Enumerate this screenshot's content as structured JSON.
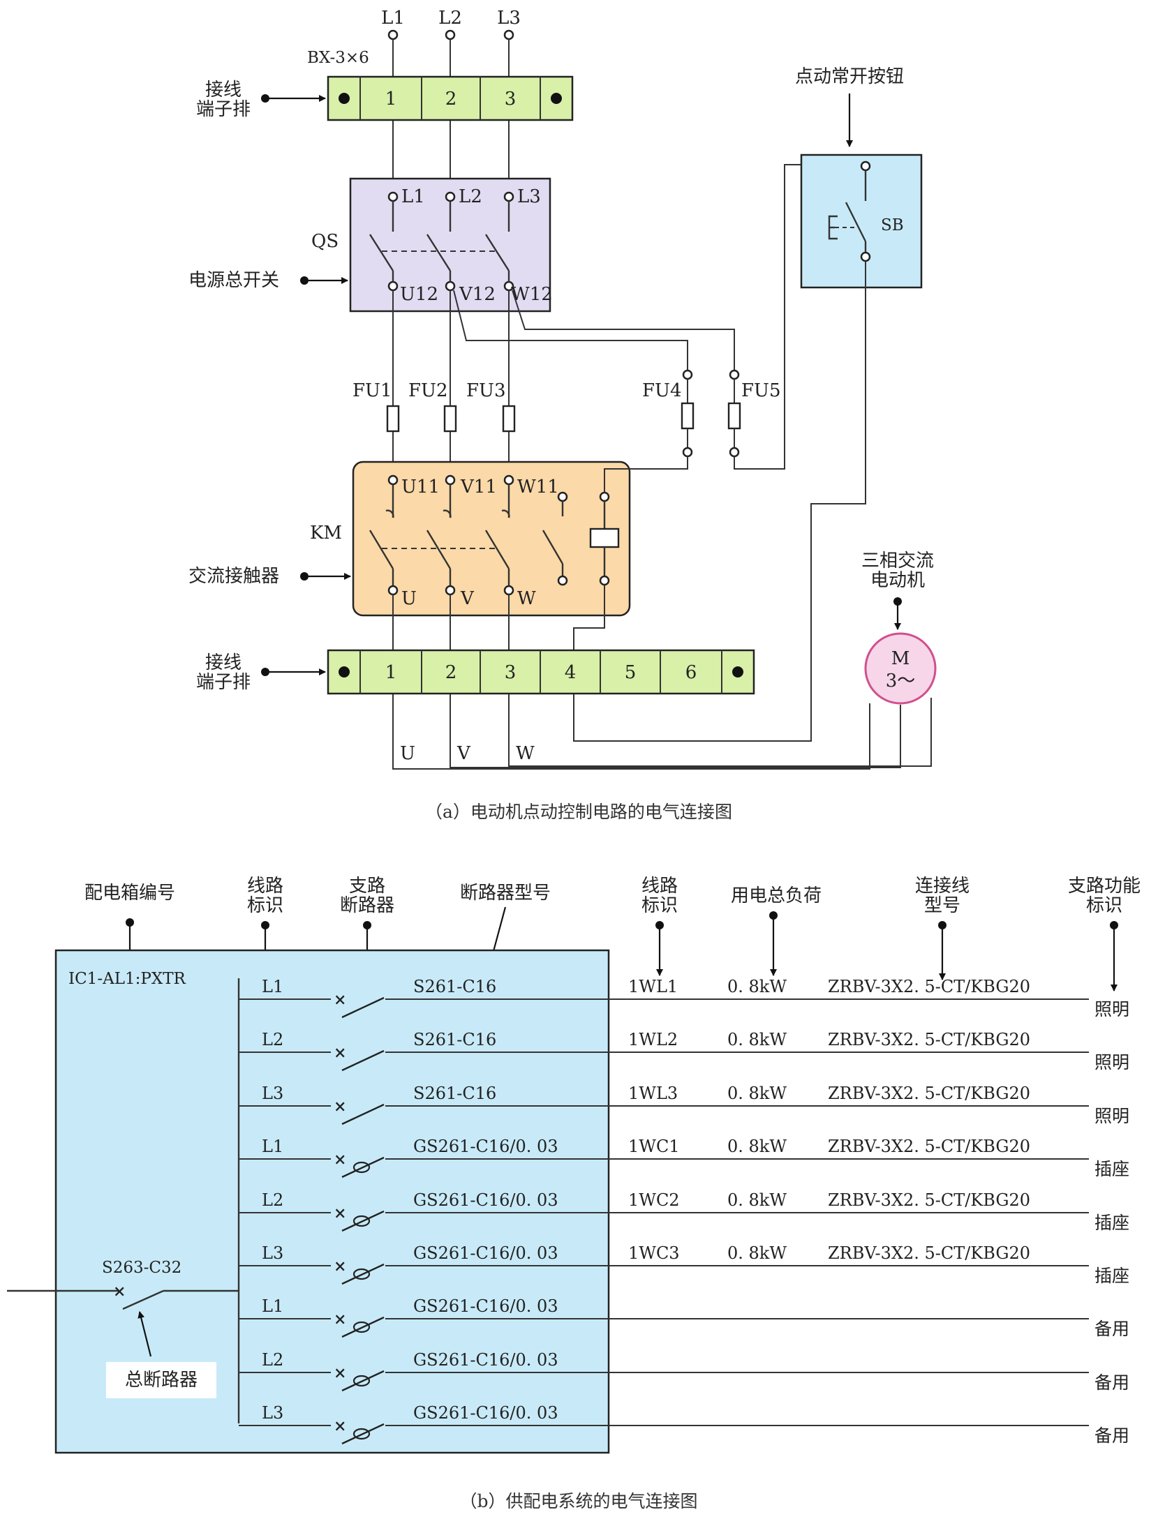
{
  "diagram_a": {
    "caption": "（a）电动机点动控制电路的电气连接图",
    "phase_inputs": [
      "L1",
      "L2",
      "L3"
    ],
    "cable_label": "BX-3×6",
    "terminal_strip_top": {
      "name": "接线\n端子排",
      "terminals": [
        "1",
        "2",
        "3"
      ]
    },
    "terminal_strip_bottom": {
      "name": "接线\n端子排",
      "terminals": [
        "1",
        "2",
        "3",
        "4",
        "5",
        "6"
      ]
    },
    "switch": {
      "tag": "QS",
      "name": "电源总开关",
      "inputs": [
        "L1",
        "L2",
        "L3"
      ],
      "outputs": [
        "U12",
        "V12",
        "W12"
      ]
    },
    "fuses": [
      "FU1",
      "FU2",
      "FU3",
      "FU4",
      "FU5"
    ],
    "contactor": {
      "tag": "KM",
      "name": "交流接触器",
      "inputs": [
        "U11",
        "V11",
        "W11"
      ],
      "outputs": [
        "U",
        "V",
        "W"
      ]
    },
    "button": {
      "tag": "SB",
      "name": "点动常开按钮"
    },
    "motor": {
      "name": "三相交流\n电动机",
      "symbol_line1": "M",
      "symbol_line2": "3～"
    },
    "motor_leads": [
      "U",
      "V",
      "W"
    ]
  },
  "diagram_b": {
    "caption": "（b）供配电系统的电气连接图",
    "headers": {
      "box_id": "配电箱编号",
      "line_id": "线路\n标识",
      "branch_breaker": "支路\n断路器",
      "breaker_model": "断路器型号",
      "circuit_id": "线路\n标识",
      "load": "用电总负荷",
      "cable_type": "连接线\n型号",
      "function": "支路功能\n标识"
    },
    "box_label": "IC1-AL1:PXTR",
    "main_breaker": {
      "model": "S263-C32",
      "name": "总断路器"
    },
    "rows": [
      {
        "phase": "L1",
        "model": "S261-C16",
        "circuit": "1WL1",
        "load": "0. 8kW",
        "cable": "ZRBV-3X2. 5-CT/KBG20",
        "function": "照明"
      },
      {
        "phase": "L2",
        "model": "S261-C16",
        "circuit": "1WL2",
        "load": "0. 8kW",
        "cable": "ZRBV-3X2. 5-CT/KBG20",
        "function": "照明"
      },
      {
        "phase": "L3",
        "model": "S261-C16",
        "circuit": "1WL3",
        "load": "0. 8kW",
        "cable": "ZRBV-3X2. 5-CT/KBG20",
        "function": "照明"
      },
      {
        "phase": "L1",
        "model": "GS261-C16/0. 03",
        "circuit": "1WC1",
        "load": "0. 8kW",
        "cable": "ZRBV-3X2. 5-CT/KBG20",
        "function": "插座"
      },
      {
        "phase": "L2",
        "model": "GS261-C16/0. 03",
        "circuit": "1WC2",
        "load": "0. 8kW",
        "cable": "ZRBV-3X2. 5-CT/KBG20",
        "function": "插座"
      },
      {
        "phase": "L3",
        "model": "GS261-C16/0. 03",
        "circuit": "1WC3",
        "load": "0. 8kW",
        "cable": "ZRBV-3X2. 5-CT/KBG20",
        "function": "插座"
      },
      {
        "phase": "L1",
        "model": "GS261-C16/0. 03",
        "circuit": "",
        "load": "",
        "cable": "",
        "function": "备用"
      },
      {
        "phase": "L2",
        "model": "GS261-C16/0. 03",
        "circuit": "",
        "load": "",
        "cable": "",
        "function": "备用"
      },
      {
        "phase": "L3",
        "model": "GS261-C16/0. 03",
        "circuit": "",
        "load": "",
        "cable": "",
        "function": "备用"
      }
    ]
  },
  "colors": {
    "terminal_strip": "#d8f0a8",
    "switch_box": "#e2dcf2",
    "contactor_box": "#fbd9a8",
    "button_box": "#c8eaf8",
    "motor_fill": "#f7d6ea",
    "motor_stroke": "#d0508c",
    "distribution_box": "#c8eaf8",
    "main_breaker_label_bg": "#ffffff"
  }
}
